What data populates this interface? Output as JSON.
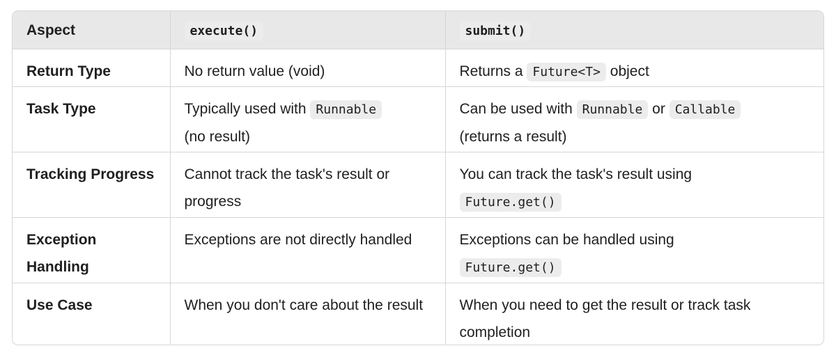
{
  "header": {
    "aspect": "Aspect",
    "col2_code": "execute()",
    "col3_code": "submit()"
  },
  "rows": [
    {
      "aspect": "Return Type",
      "execute": {
        "text": "No return value (void)"
      },
      "submit": {
        "before": "Returns a",
        "code": "Future<T>",
        "after": "object"
      }
    },
    {
      "aspect": "Task Type",
      "execute": {
        "before": "Typically used with",
        "code": "Runnable",
        "after": "(no result)"
      },
      "submit": {
        "before": "Can be used with",
        "code1": "Runnable",
        "mid": "or",
        "code2": "Callable",
        "after": "(returns a result)"
      }
    },
    {
      "aspect": "Tracking Progress",
      "execute": {
        "text": "Cannot track the task's result or progress"
      },
      "submit": {
        "before": "You can track the task's result using",
        "code": "Future.get()"
      }
    },
    {
      "aspect": "Exception Handling",
      "execute": {
        "text": "Exceptions are not directly handled"
      },
      "submit": {
        "before": "Exceptions can be handled using",
        "code": "Future.get()"
      }
    },
    {
      "aspect": "Use Case",
      "execute": {
        "text": "When you don't care about the result"
      },
      "submit": {
        "text": "When you need to get the result or track task completion"
      }
    }
  ]
}
